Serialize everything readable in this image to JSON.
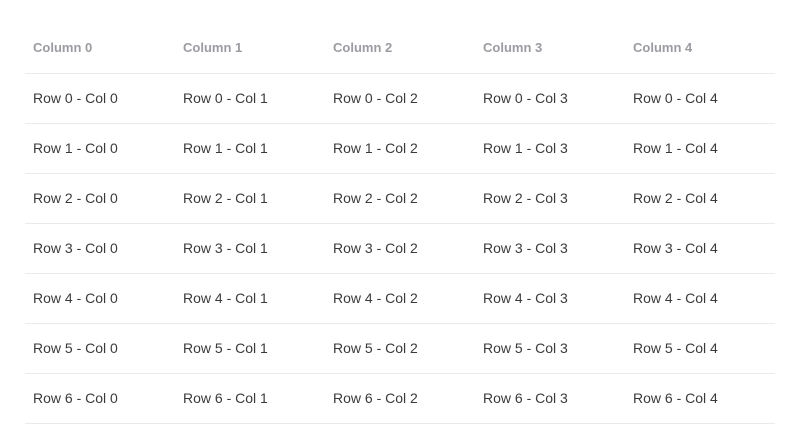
{
  "table": {
    "headers": [
      "Column 0",
      "Column 1",
      "Column 2",
      "Column 3",
      "Column 4"
    ],
    "rows": [
      [
        "Row 0 - Col 0",
        "Row 0 - Col 1",
        "Row 0 - Col 2",
        "Row 0 - Col 3",
        "Row 0 - Col 4"
      ],
      [
        "Row 1 - Col 0",
        "Row 1 - Col 1",
        "Row 1 - Col 2",
        "Row 1 - Col 3",
        "Row 1 - Col 4"
      ],
      [
        "Row 2 - Col 0",
        "Row 2 - Col 1",
        "Row 2 - Col 2",
        "Row 2 - Col 3",
        "Row 2 - Col 4"
      ],
      [
        "Row 3 - Col 0",
        "Row 3 - Col 1",
        "Row 3 - Col 2",
        "Row 3 - Col 3",
        "Row 3 - Col 4"
      ],
      [
        "Row 4 - Col 0",
        "Row 4 - Col 1",
        "Row 4 - Col 2",
        "Row 4 - Col 3",
        "Row 4 - Col 4"
      ],
      [
        "Row 5 - Col 0",
        "Row 5 - Col 1",
        "Row 5 - Col 2",
        "Row 5 - Col 3",
        "Row 5 - Col 4"
      ],
      [
        "Row 6 - Col 0",
        "Row 6 - Col 1",
        "Row 6 - Col 2",
        "Row 6 - Col 3",
        "Row 6 - Col 4"
      ]
    ]
  }
}
